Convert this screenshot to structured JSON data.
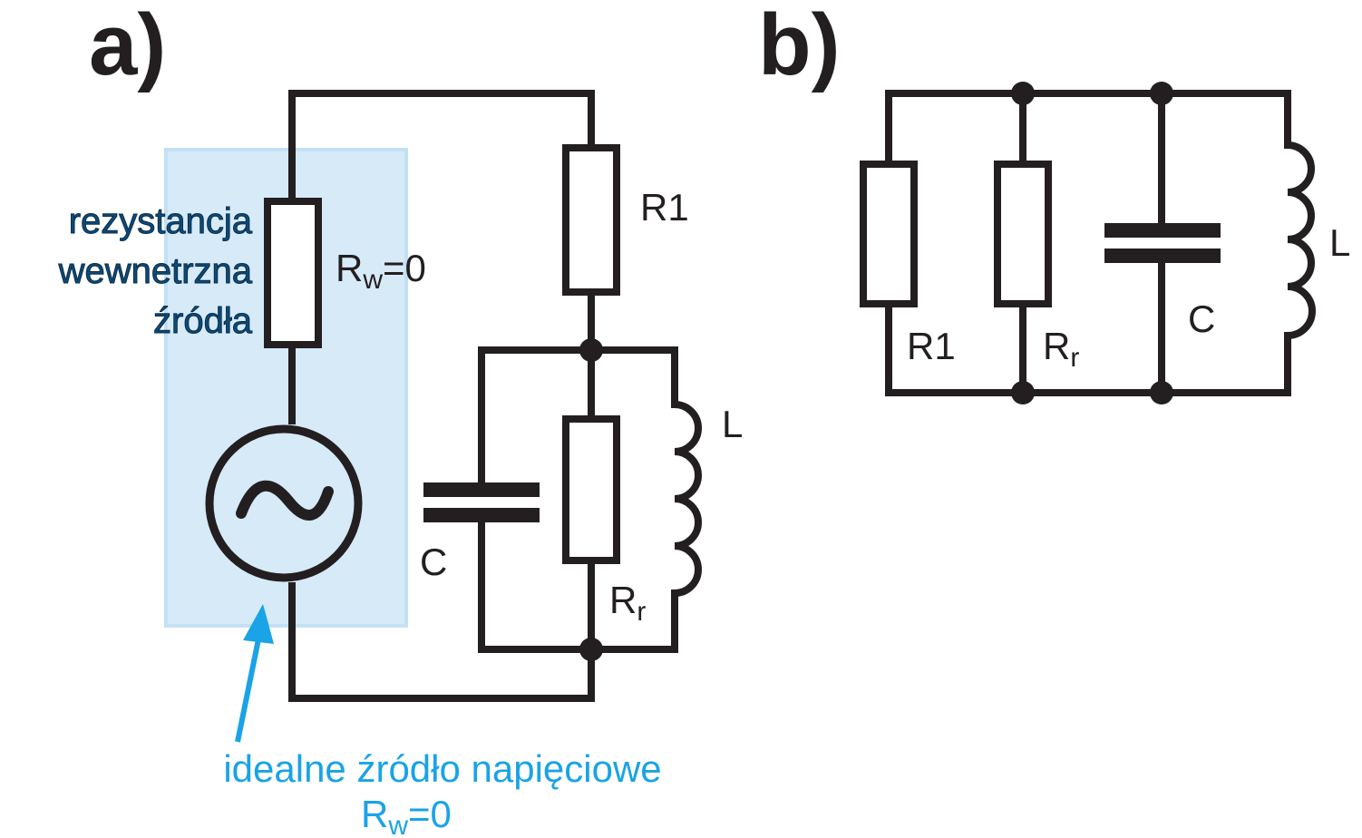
{
  "panel_a": {
    "label": "a)",
    "r1_label": "R1",
    "rw": {
      "main": "R",
      "sub": "w",
      "tail": "=0"
    },
    "c_label": "C",
    "l_label": "L",
    "rr": {
      "main": "R",
      "sub": "r"
    },
    "internal_resistance_note": [
      "rezystancja",
      "wewnetrzna",
      "źródła"
    ],
    "ideal_source_note": "idealne źródło napięciowe",
    "ideal_source_rw": {
      "main": "R",
      "sub": "w",
      "tail": "=0"
    },
    "source_symbol": "~"
  },
  "panel_b": {
    "label": "b)",
    "r1_label": "R1",
    "rr": {
      "main": "R",
      "sub": "r"
    },
    "c_label": "C",
    "l_label": "L"
  },
  "colors": {
    "ink": "#231f20",
    "highlight_fill": "#d6eaf8",
    "highlight_stroke": "#c4e0f3",
    "accent_blue": "#1aa3e6",
    "note_dark_blue": "#0d4a78"
  }
}
